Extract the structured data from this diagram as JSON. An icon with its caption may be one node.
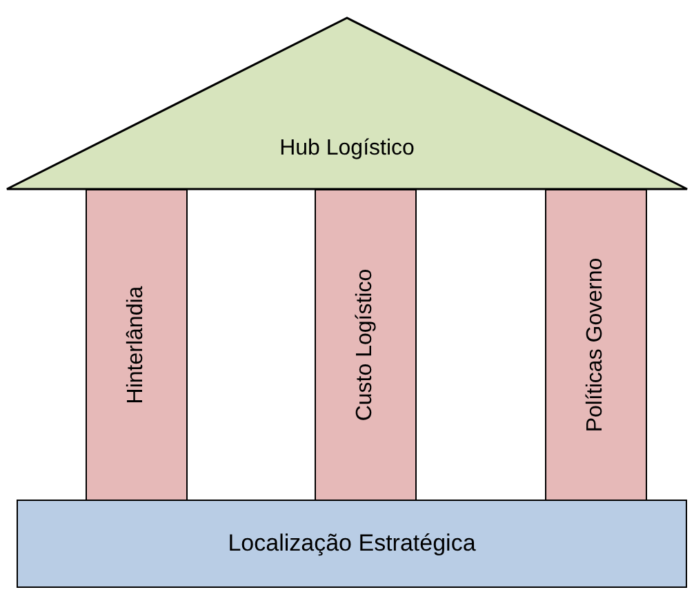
{
  "diagram": {
    "nodes": [
      {
        "text": [
          "Hub Logístico"
        ]
      },
      {
        "text": [
          "Hinterlândia"
        ]
      },
      {
        "text": [
          "Custo Logístico"
        ]
      },
      {
        "text": [
          "Políticas Governo"
        ]
      },
      {
        "text": [
          "Localização Estratégica"
        ]
      }
    ]
  }
}
